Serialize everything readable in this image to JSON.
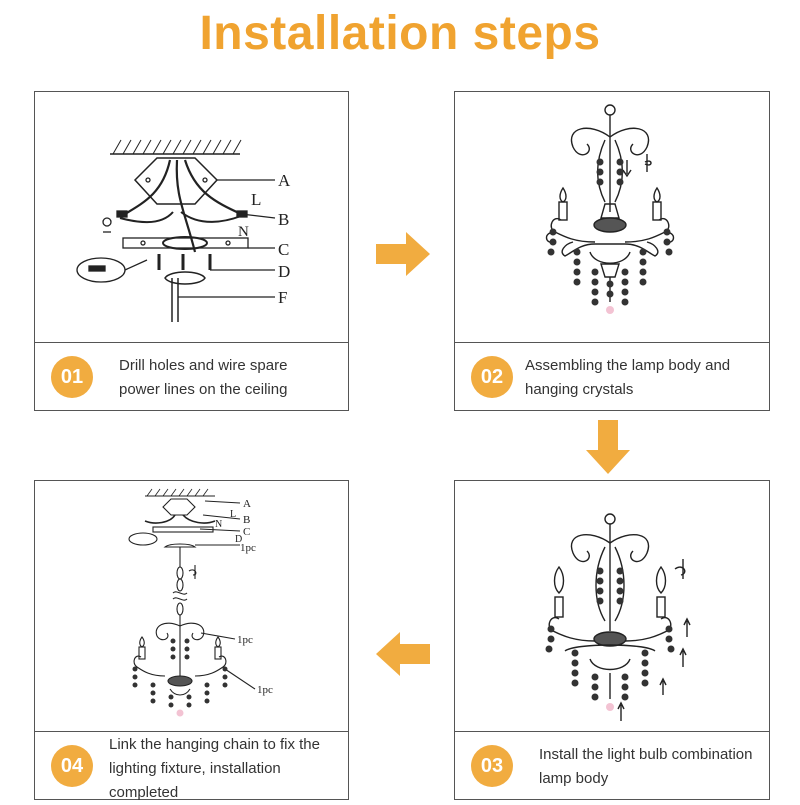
{
  "title": "Installation steps",
  "colors": {
    "accent": "#f1ac40",
    "title": "#f0a330",
    "line": "#222222",
    "crystal": "#333333",
    "bulb": "#f3c3d3"
  },
  "steps": [
    {
      "number": "01",
      "text_line1": "Drill holes and wire spare",
      "text_line2": "power lines on the ceiling",
      "text_line3": ""
    },
    {
      "number": "02",
      "text_line1": "Assembling the lamp body and",
      "text_line2": "hanging crystals",
      "text_line3": ""
    },
    {
      "number": "03",
      "text_line1": "Install the light bulb combination",
      "text_line2": "lamp body",
      "text_line3": ""
    },
    {
      "number": "04",
      "text_line1": "Link the hanging chain to fix the",
      "text_line2": "lighting fixture, installation",
      "text_line3": "completed"
    }
  ],
  "diagram_labels": {
    "step1": {
      "A": "A",
      "L": "L",
      "B": "B",
      "N": "N",
      "C": "C",
      "D": "D",
      "F": "F"
    },
    "step4": {
      "A": "A",
      "L": "L",
      "B": "B",
      "N": "N",
      "C": "C",
      "D": "D",
      "pc1": "1pc",
      "pc2": "1pc",
      "pc3": "1pc"
    }
  },
  "arrows": [
    "arrow-right",
    "arrow-down",
    "arrow-left"
  ]
}
